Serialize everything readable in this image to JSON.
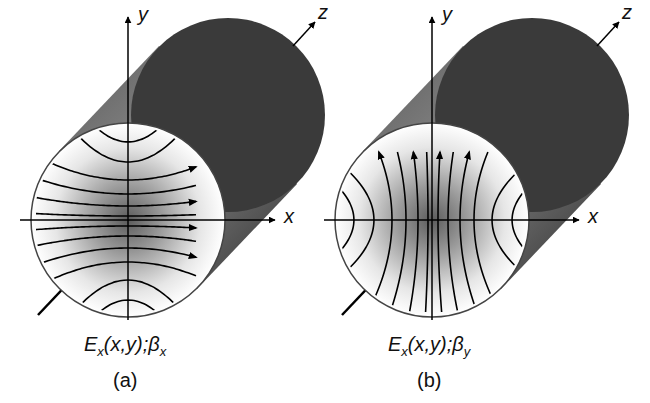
{
  "diagram": {
    "labels": [
      "y",
      "z",
      "x",
      "E",
      "x",
      "(x,y);β",
      "x",
      "(a)",
      "y",
      "z",
      "x",
      "E",
      "x",
      "(x,y);β",
      "y",
      "(b)"
    ]
  }
}
